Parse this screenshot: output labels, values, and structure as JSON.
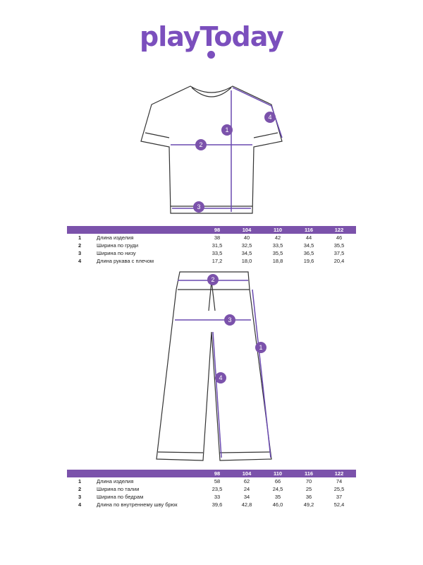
{
  "brand": {
    "logo_text": "playToday",
    "accent": "#7b52ab"
  },
  "top": {
    "sizes": [
      "98",
      "104",
      "110",
      "116",
      "122"
    ],
    "rows": [
      {
        "n": "1",
        "name": "Длина изделия",
        "v": [
          "38",
          "40",
          "42",
          "44",
          "46"
        ]
      },
      {
        "n": "2",
        "name": "Ширина по груди",
        "v": [
          "31,5",
          "32,5",
          "33,5",
          "34,5",
          "35,5"
        ]
      },
      {
        "n": "3",
        "name": "Ширина по низу",
        "v": [
          "33,5",
          "34,5",
          "35,5",
          "36,5",
          "37,5"
        ]
      },
      {
        "n": "4",
        "name": "Длина рукава с плечом",
        "v": [
          "17,2",
          "18,0",
          "18,8",
          "19,6",
          "20,4"
        ]
      }
    ],
    "markers": [
      "1",
      "2",
      "3",
      "4"
    ]
  },
  "bottom": {
    "sizes": [
      "98",
      "104",
      "110",
      "116",
      "122"
    ],
    "rows": [
      {
        "n": "1",
        "name": "Длина изделия",
        "v": [
          "58",
          "62",
          "66",
          "70",
          "74"
        ]
      },
      {
        "n": "2",
        "name": "Ширина по талии",
        "v": [
          "23,5",
          "24",
          "24,5",
          "25",
          "25,5"
        ]
      },
      {
        "n": "3",
        "name": "Ширина по бедрам",
        "v": [
          "33",
          "34",
          "35",
          "36",
          "37"
        ]
      },
      {
        "n": "4",
        "name": "Длина по внутреннему шву брюк",
        "v": [
          "39,6",
          "42,8",
          "46,0",
          "49,2",
          "52,4"
        ]
      }
    ],
    "markers": [
      "1",
      "2",
      "3",
      "4"
    ]
  }
}
